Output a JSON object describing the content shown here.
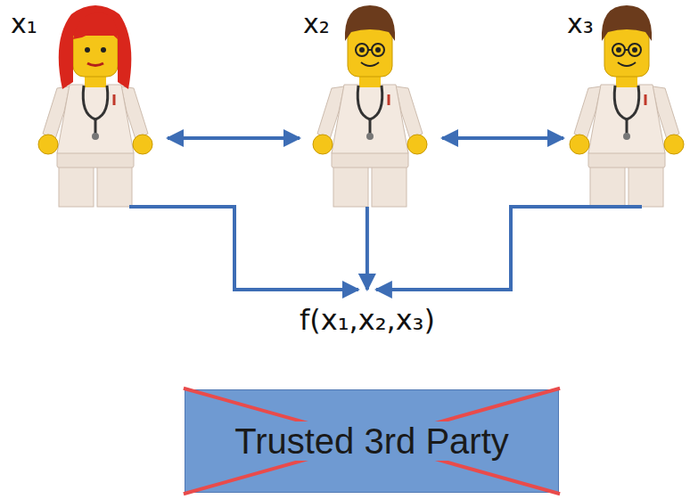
{
  "diagram": {
    "nodes": [
      {
        "text": [
          "x₁"
        ]
      },
      {
        "text": [
          "x₂"
        ]
      },
      {
        "text": [
          "x₃"
        ]
      },
      {
        "text": [
          "f(x₁,x₂,x₃)"
        ]
      },
      {
        "text": [
          "Trusted 3rd Party"
        ]
      }
    ],
    "edges": [
      {
        "from": 0,
        "to": 1,
        "arrow": "both"
      },
      {
        "from": 1,
        "to": 2,
        "arrow": "both"
      },
      {
        "from": 0,
        "to": 3,
        "arrow": "to"
      },
      {
        "from": 1,
        "to": 3,
        "arrow": "to"
      },
      {
        "from": 2,
        "to": 3,
        "arrow": "to"
      }
    ]
  }
}
